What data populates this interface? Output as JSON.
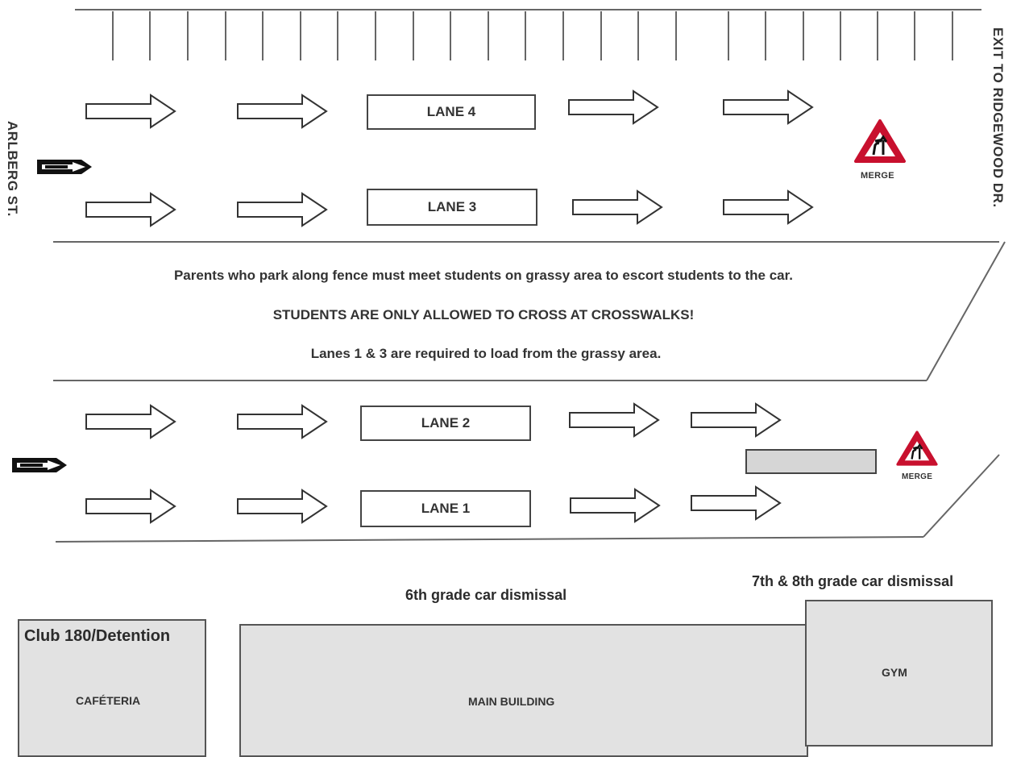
{
  "streets": {
    "west": "ARLBERG ST.",
    "east": "EXIT TO RIDGEWOOD DR."
  },
  "lanes": {
    "lane4": "LANE 4",
    "lane3": "LANE 3",
    "lane2": "LANE 2",
    "lane1": "LANE 1"
  },
  "notices": {
    "line1": "Parents who park along  fence must meet students on grassy area to escort students to the car.",
    "line2": "STUDENTS ARE ONLY ALLOWED TO CROSS AT CROSSWALKS!",
    "line3": "Lanes 1 & 3 are required to load from the grassy area."
  },
  "signs": {
    "merge_top": "MERGE",
    "merge_bottom": "MERGE"
  },
  "dismissal": {
    "sixth": "6th grade car dismissal",
    "seventh_eighth": "7th & 8th  grade car dismissal"
  },
  "buildings": {
    "club": "Club 180/Detention",
    "cafeteria": "CAFÉTERIA",
    "main": "MAIN BUILDING",
    "gym": "GYM"
  },
  "colors": {
    "building_fill": "#e2e2e2",
    "merge_sign_red": "#c8102e",
    "line": "#555555"
  },
  "icons": [
    "one-way-arrow-sign-icon",
    "merge-sign-icon",
    "lane-direction-arrow-icon"
  ]
}
